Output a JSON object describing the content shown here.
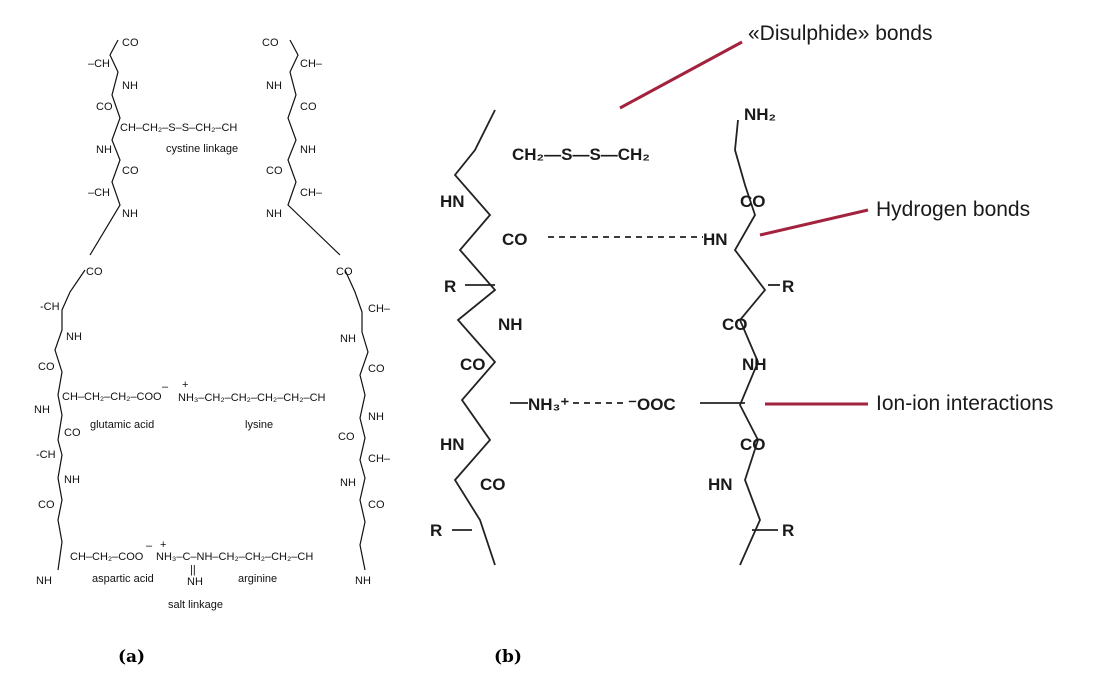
{
  "panel_a": {
    "left_top": [
      "CO",
      "–CH",
      "NH",
      "CO",
      "CH–CH₂–S–S–CH₂–CH",
      "NH",
      "CO",
      "–CH",
      "NH"
    ],
    "right_top": [
      "CO",
      "CH–",
      "NH",
      "CO",
      "NH",
      "CO",
      "CH–",
      "NH"
    ],
    "cystine_label": "cystine linkage",
    "left_mid": [
      "CO",
      "-CH",
      "NH",
      "CO",
      "CH–CH₂–CH₂–COO",
      "NH",
      "CO",
      "-CH",
      "NH",
      "CO"
    ],
    "right_mid": [
      "CO",
      "CH–",
      "NH",
      "CO",
      "NH",
      "CO",
      "CH–",
      "NH",
      "CO"
    ],
    "lysine_chain": "NH₃–CH₂–CH₂–CH₂–CH₂–CH",
    "glutamic_label": "glutamic acid",
    "lysine_label": "lysine",
    "minus_sign": "–",
    "plus_sign": "+",
    "bottom_left": "CH–CH₂–COO",
    "arginine_chain": "NH₃–C–NH–CH₂–CH₂–CH₂–CH",
    "arginine_nh": "NH",
    "arginine_dbl": "||",
    "bottom_left_nh": "NH",
    "bottom_right_nh": "NH",
    "aspartic_label": "aspartic acid",
    "arginine_label": "arginine",
    "salt_label": "salt linkage"
  },
  "panel_b": {
    "disulphide_chain": "CH₂—S—S—CH₂",
    "nh2": "NH₂",
    "hn1": "HN",
    "co1": "CO",
    "co_left1": "CO",
    "hn_right1": "HN",
    "r1": "R",
    "r2": "R",
    "nh_left": "NH",
    "co_right2": "CO",
    "co_left2": "CO",
    "nh_right": "NH",
    "nh3": "NH₃⁺",
    "coo": "⁻OOC",
    "hn2": "HN",
    "co_right3": "CO",
    "co_left3": "CO",
    "hn_right3": "HN",
    "r3": "R",
    "r4": "R",
    "label_disulphide": "«Disulphide» bonds",
    "label_hydrogen": "Hydrogen bonds",
    "label_ion": "Ion-ion interactions"
  },
  "captions": {
    "a": "(a)",
    "b": "(b)"
  },
  "colors": {
    "annotation_line": "#a3233f"
  }
}
